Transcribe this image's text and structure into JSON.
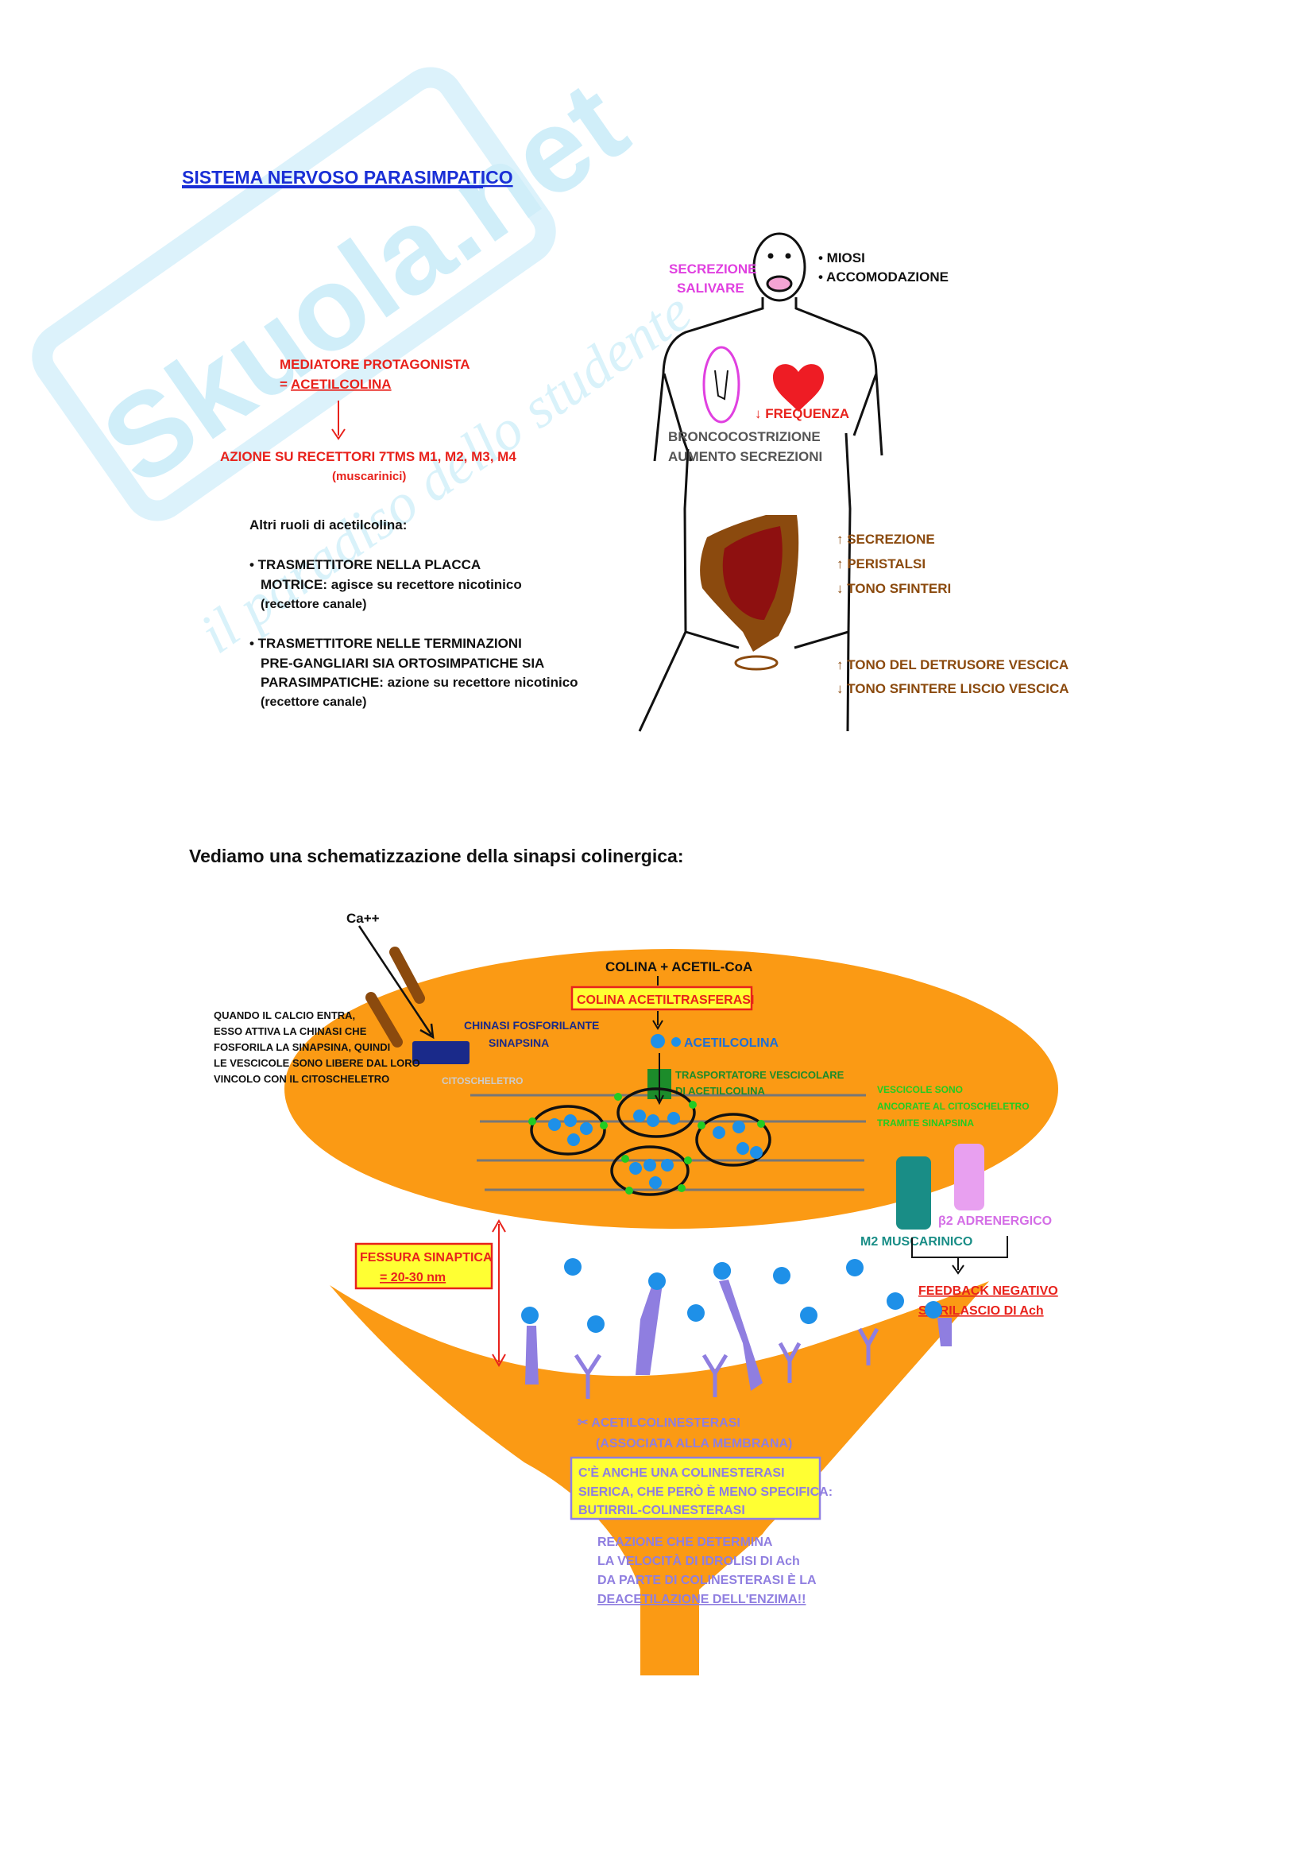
{
  "watermark": {
    "brand": "Skuola.net",
    "tagline": "il paradiso dello studente"
  },
  "page_title": "SISTEMA NERVOSO PARASIMPATICO",
  "left_panel": {
    "mediator_line1": "MEDIATORE PROTAGONISTA",
    "mediator_line2_prefix": "= ",
    "mediator_line2_link": "ACETILCOLINA",
    "arrow": "↓",
    "action_line1": "AZIONE SU RECETTORI 7TMS M1, M2, M3, M4",
    "action_line2": "(muscarinici)",
    "other_roles_title": "Altri ruoli di acetilcolina:",
    "bullet1_lines": [
      "• TRASMETTITORE NELLA PLACCA",
      "MOTRICE: agisce su recettore nicotinico",
      "(recettore canale)"
    ],
    "bullet2_lines": [
      "• TRASMETTITORE NELLE TERMINAZIONI",
      "PRE-GANGLIARI SIA ORTOSIMPATICHE SIA",
      "PARASIMPATICHE: azione su recettore nicotinico",
      "(recettore canale)"
    ]
  },
  "body_figure": {
    "salivary_line1": "SECREZIONE",
    "salivary_line2": "SALIVARE",
    "eye_effect1": "• MIOSI",
    "eye_effect2": "• ACCOMODAZIONE",
    "heart_effect": "↓ FREQUENZA",
    "lung_effect1": "BRONCOCOSTRIZIONE",
    "lung_effect2": "AUMENTO SECREZIONI",
    "gut_effect1": "↑ SECREZIONE",
    "gut_effect2": "↑ PERISTALSI",
    "gut_effect3": "↓ TONO SFINTERI",
    "bladder_effect1": "↑ TONO DEL DETRUSORE VESCICA",
    "bladder_effect2": "↓ TONO SFINTERE LISCIO VESCICA"
  },
  "synapse_intro": "Vediamo una schematizzazione della sinapsi colinergica:",
  "synapse": {
    "calcium": "Ca++",
    "calcium_note_lines": [
      "QUANDO IL CALCIO ENTRA,",
      "ESSO ATTIVA LA CHINASI CHE",
      "FOSFORILA LA SINAPSINA, QUINDI",
      "LE VESCICOLE SONO LIBERE DAL LORO",
      "VINCOLO CON IL CITOSCHELETRO"
    ],
    "kinase_line1": "CHINASI FOSFORILANTE",
    "kinase_line2": "SINAPSINA",
    "cytoskeleton": "CITOSCHELETRO",
    "precursors": "COLINA + ACETIL-CoA",
    "enzyme": "COLINA ACETILTRASFERASI",
    "acetylcholine": "ACETILCOLINA",
    "transporter_line1": "TRASPORTATORE VESCICOLARE",
    "transporter_line2": "DI ACETILCOLINA",
    "vesicle_note_lines": [
      "VESCICOLE SONO",
      "ANCORATE AL CITOSCHELETRO",
      "TRAMITE SINAPSINA"
    ],
    "beta2_receptor": "β2 ADRENERGICO",
    "m2_receptor": "M2 MUSCARINICO",
    "feedback_line1": "FEEDBACK NEGATIVO",
    "feedback_line2": "SU RILASCIO DI Ach",
    "cleft_line1": "FESSURA SINAPTICA",
    "cleft_line2": "= 20-30 nm",
    "ache_line1": "✂ ACETILCOLINESTERASI",
    "ache_line2": "(ASSOCIATA ALLA MEMBRANA)",
    "serum_lines": [
      "C'È ANCHE UNA COLINESTERASI",
      "SIERICA, CHE PERÒ È MENO SPECIFICA:",
      "BUTIRRIL-COLINESTERASI"
    ],
    "reaction_lines": [
      "REAZIONE CHE DETERMINA",
      "LA VELOCITÀ DI IDROLISI DI Ach",
      "DA PARTE DI COLINESTERASI È LA",
      "DEACETILAZIONE DELL'ENZIMA!!"
    ]
  },
  "colors": {
    "title_blue": "#1a2fd6",
    "red": "#e8221c",
    "brown": "#8b4a0e",
    "magenta": "#e040e0",
    "orange": "#fb9a14",
    "dark_blue": "#1a2a8a",
    "teal": "#198d86",
    "lilac": "#8f7ee0",
    "green": "#22cc22",
    "yellow": "#ffff33",
    "watermark": "#c8ecf9"
  }
}
